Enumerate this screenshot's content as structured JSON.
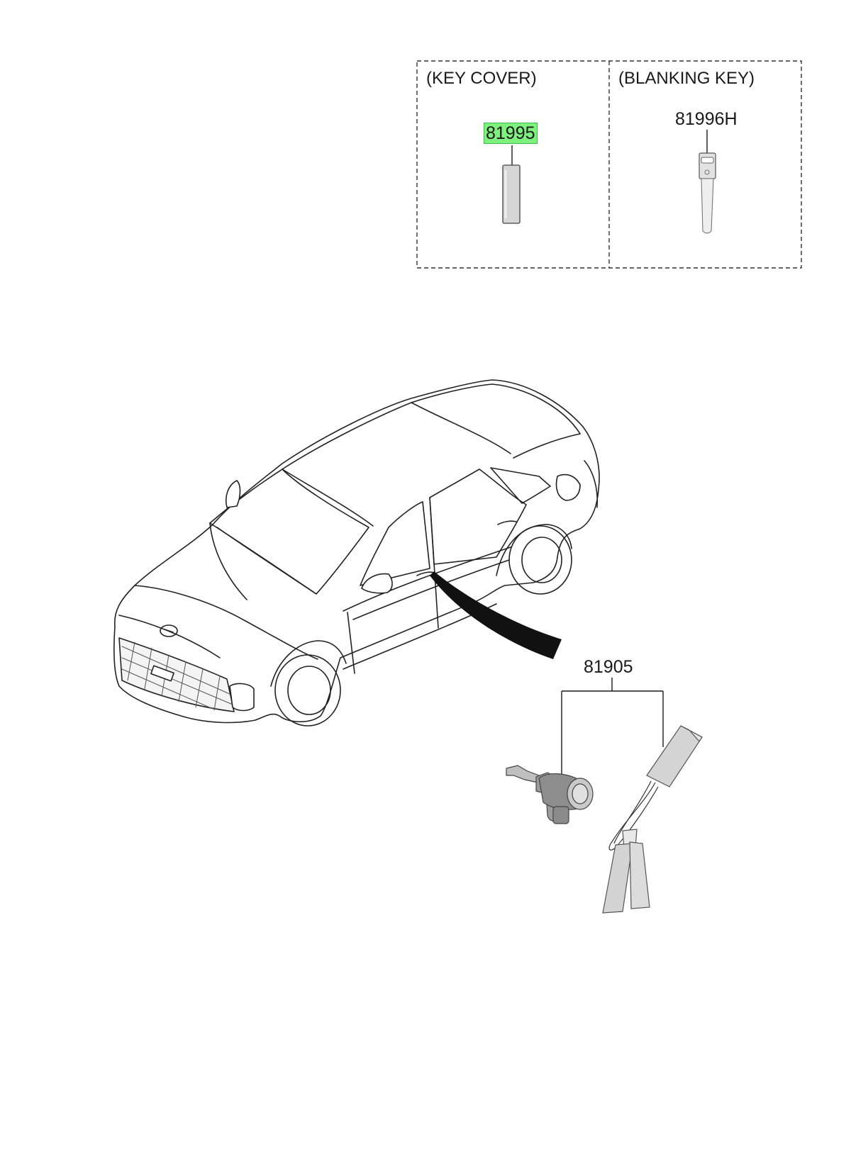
{
  "panels": {
    "key_cover": {
      "title": "(KEY COVER)",
      "part_number": "81995"
    },
    "blanking_key": {
      "title": "(BLANKING KEY)",
      "part_number": "81996H"
    }
  },
  "main": {
    "part_number": "81905"
  },
  "colors": {
    "highlight": "#7ef07e",
    "line": "#1a1a1a",
    "part_fill": "#d9d9d9"
  }
}
